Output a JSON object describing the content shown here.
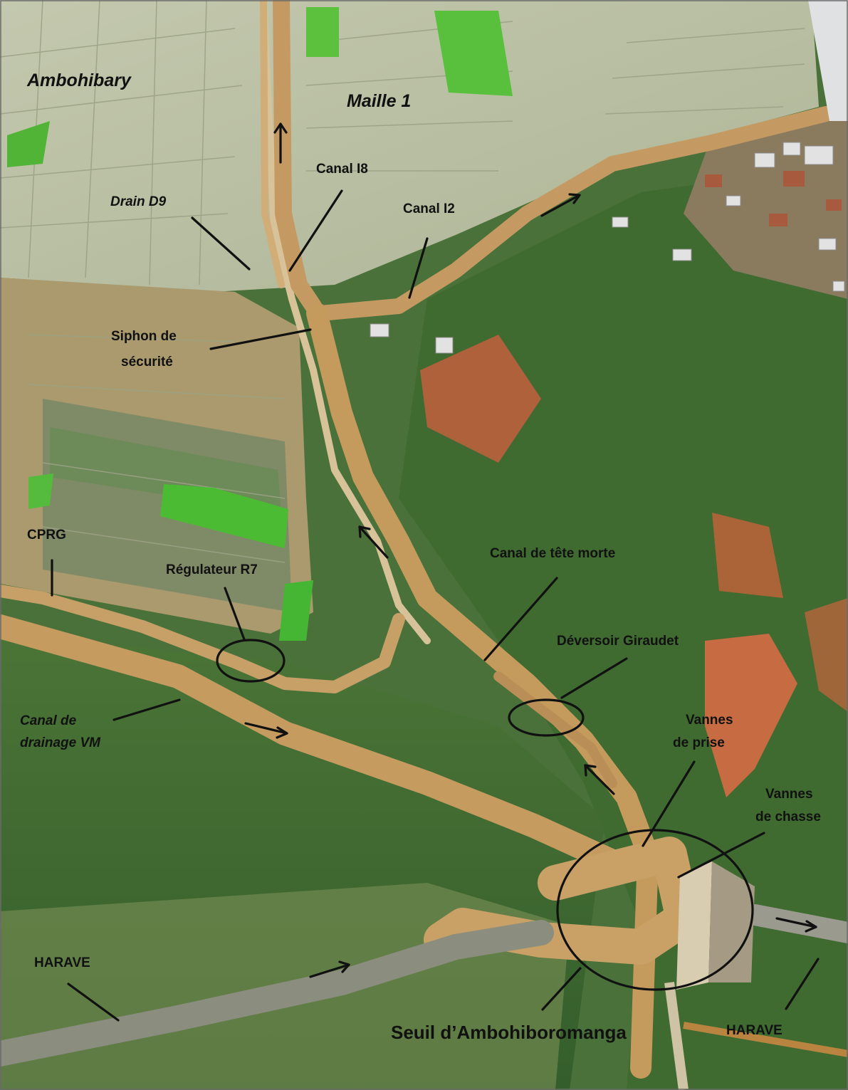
{
  "figure": {
    "kind": "annotated aerial photograph",
    "colors": {
      "paddy_pale": "#b9bfa1",
      "paddy_green": "#55c43a",
      "canal_water": "#c49a5d",
      "river_grey": "#8e8f82",
      "forest": "#3d6a31",
      "laterite": "#c9663d",
      "annotation": "#111111"
    }
  },
  "labels": {
    "ambohibary": "Ambohibary",
    "maille1": "Maille 1",
    "drain_d9": "Drain D9",
    "canal_i8": "Canal I8",
    "canal_i2": "Canal I2",
    "siphon_line1": "Siphon de",
    "siphon_line2": "sécurité",
    "cprg": "CPRG",
    "regulateur_r7": "Régulateur R7",
    "canal_tete_morte": "Canal de tête morte",
    "deversoir_giraudet": "Déversoir Giraudet",
    "canal_drainage_line1": "Canal de",
    "canal_drainage_line2": "drainage VM",
    "vannes_prise_line1": "Vannes",
    "vannes_prise_line2": "de prise",
    "vannes_chasse_line1": "Vannes",
    "vannes_chasse_line2": "de chasse",
    "harave_left": "HARAVE",
    "harave_right": "HARAVE",
    "seuil": "Seuil d’Ambohiboromanga"
  }
}
